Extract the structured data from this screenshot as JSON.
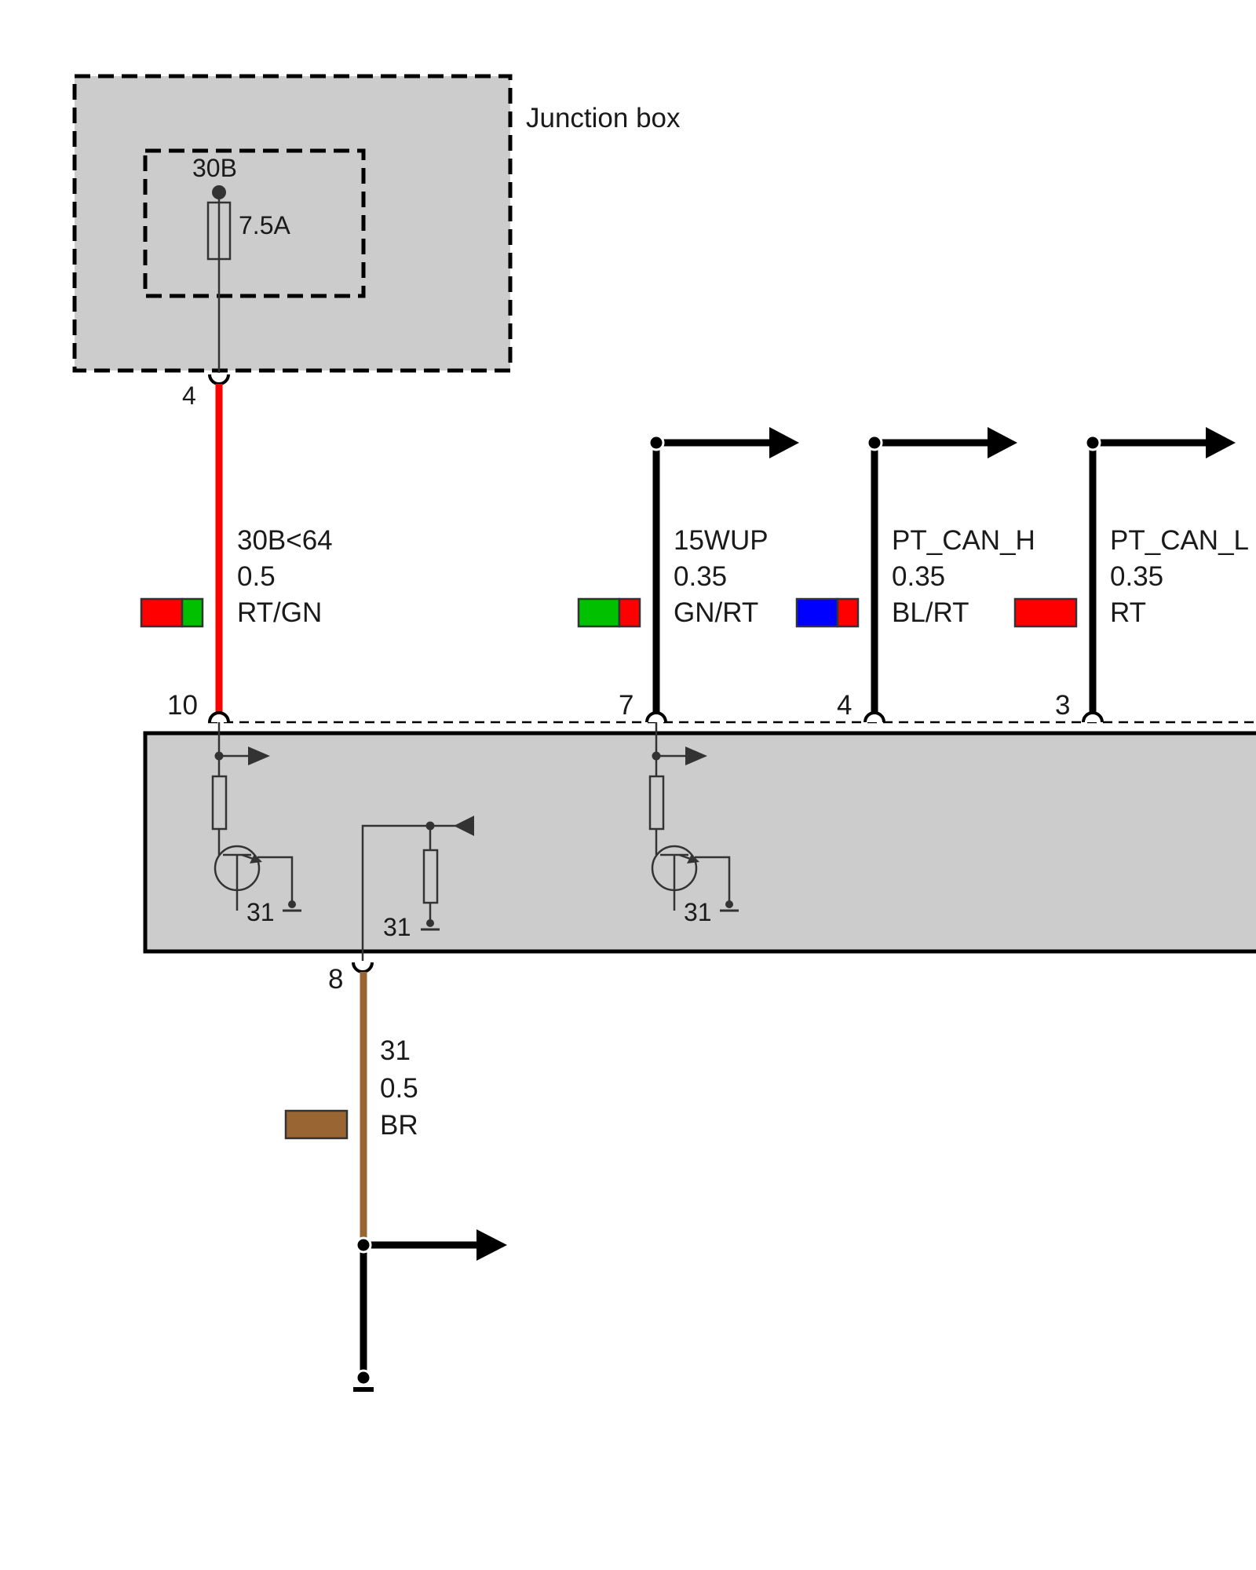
{
  "junction_box": {
    "label": "Junction box",
    "fuse_terminal": "30B",
    "fuse_rating": "7.5A",
    "output_pin": "4"
  },
  "wires": [
    {
      "id": "w30b",
      "signal": "30B<64",
      "gauge": "0.5",
      "color_code": "RT/GN",
      "colors": [
        "#ff0000",
        "#00c000"
      ],
      "pin": "10"
    },
    {
      "id": "w15wup",
      "signal": "15WUP",
      "gauge": "0.35",
      "color_code": "GN/RT",
      "colors": [
        "#00c000",
        "#ff0000"
      ],
      "pin": "7"
    },
    {
      "id": "wcanh",
      "signal": "PT_CAN_H",
      "gauge": "0.35",
      "color_code": "BL/RT",
      "colors": [
        "#0000ff",
        "#ff0000"
      ],
      "pin": "4"
    },
    {
      "id": "wcanl",
      "signal": "PT_CAN_L",
      "gauge": "0.35",
      "color_code": "RT",
      "colors": [
        "#ff0000"
      ],
      "pin": "3"
    },
    {
      "id": "wgnd",
      "signal": "31",
      "gauge": "0.5",
      "color_code": "BR",
      "colors": [
        "#996633"
      ],
      "pin": "8"
    }
  ],
  "module": {
    "ground_labels": [
      "31",
      "31",
      "31"
    ]
  },
  "colors": {
    "box_fill": "#cccccc",
    "red_wire": "#ff0000",
    "brown_wire": "#996633",
    "black": "#000000"
  }
}
